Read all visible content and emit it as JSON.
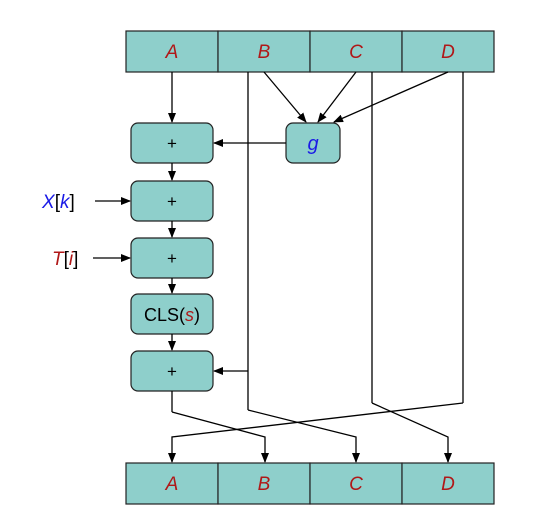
{
  "top_registers": [
    "A",
    "B",
    "C",
    "D"
  ],
  "bottom_registers": [
    "A",
    "B",
    "C",
    "D"
  ],
  "function_box": "g",
  "adders": [
    "+",
    "+",
    "+",
    "+"
  ],
  "shift": {
    "prefix": "CLS(",
    "param": "s",
    "suffix": ")"
  },
  "inputs": {
    "x": {
      "name": "X",
      "open": "[",
      "index": "k",
      "close": "]"
    },
    "t": {
      "name": "T",
      "open": "[",
      "index": "i",
      "close": "]"
    }
  },
  "colors": {
    "box_fill": "#8ecfcb",
    "register_text": "#b01818",
    "function_text": "#1a1ae6",
    "line": "#000000"
  }
}
